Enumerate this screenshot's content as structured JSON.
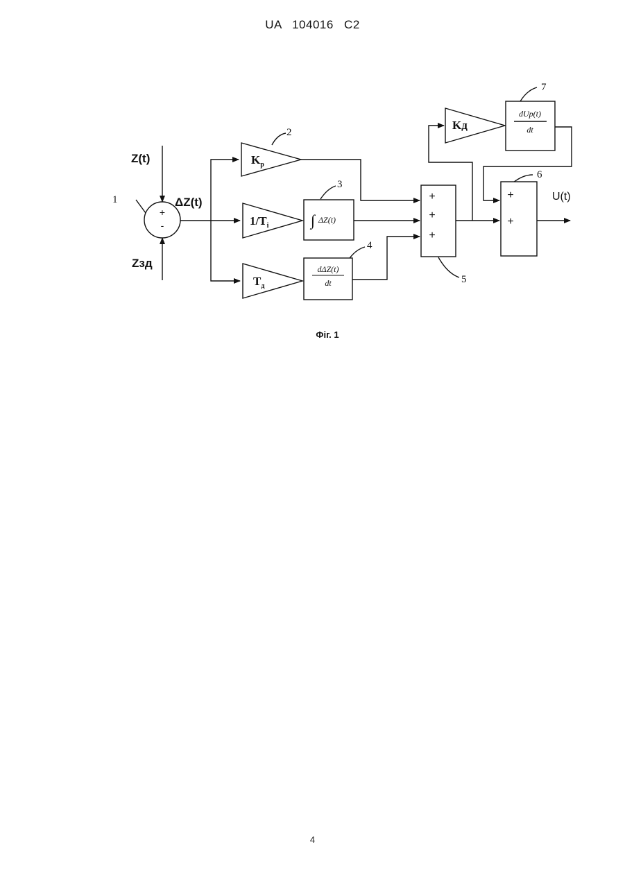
{
  "header": {
    "text": "UA   104016   C2"
  },
  "page_number": "4",
  "diagram": {
    "caption": "Фіг. 1",
    "signals": {
      "z_t": "Z(t)",
      "delta_z": "ΔZ(t)",
      "z_set": "Zзд",
      "u_t": "U(t)"
    },
    "blocks": {
      "comparator": {
        "number": "1",
        "sign_top": "+",
        "sign_bottom": "-"
      },
      "gain_p": {
        "number": "2",
        "label_main": "K",
        "label_sub": "p"
      },
      "gain_i": {
        "label_main": "1/T",
        "label_sub": "i"
      },
      "integrator": {
        "number": "3",
        "symbol": "∫",
        "expr": "ΔZ(t)"
      },
      "gain_d": {
        "label_main": "T",
        "label_sub": "д"
      },
      "differentiator": {
        "number": "4",
        "numerator": "dΔZ(t)",
        "denominator": "dt"
      },
      "summer_1": {
        "number": "5",
        "signs": [
          "+",
          "+",
          "+"
        ]
      },
      "summer_2": {
        "number": "6",
        "signs": [
          "+",
          "+"
        ]
      },
      "gain_kd": {
        "label": "Kд"
      },
      "differentiator_2": {
        "number": "7",
        "numerator": "dUp(t)",
        "denominator": "dt"
      }
    }
  }
}
